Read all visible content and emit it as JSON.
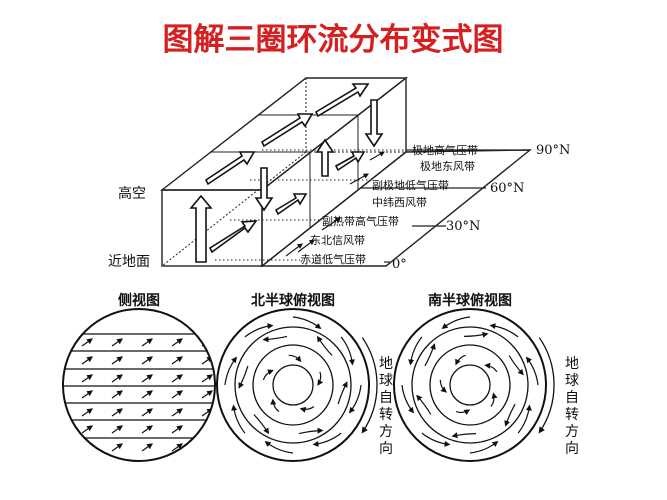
{
  "title": "图解三圈环流分布变式图",
  "colors": {
    "title": "#d42020",
    "ink": "#111111",
    "line": "#222222"
  },
  "block": {
    "left_labels": {
      "high": "高空",
      "ground": "近地面"
    },
    "latitudes": {
      "lat90": "90°N",
      "lat60": "60°N",
      "lat30": "30°N",
      "lat0": "0°"
    },
    "belts": [
      "极地高气压带",
      "极地东风带",
      "副极地低气压带",
      "中纬西风带",
      "副热带高气压带",
      "东北信风带",
      "赤道低气压带"
    ]
  },
  "views": {
    "side": "侧视图",
    "north": "北半球俯视图",
    "south": "南半球俯视图"
  },
  "rotation_label": "地球自转方向",
  "rotation_chars": [
    "地",
    "球",
    "自",
    "转",
    "方",
    "向"
  ]
}
